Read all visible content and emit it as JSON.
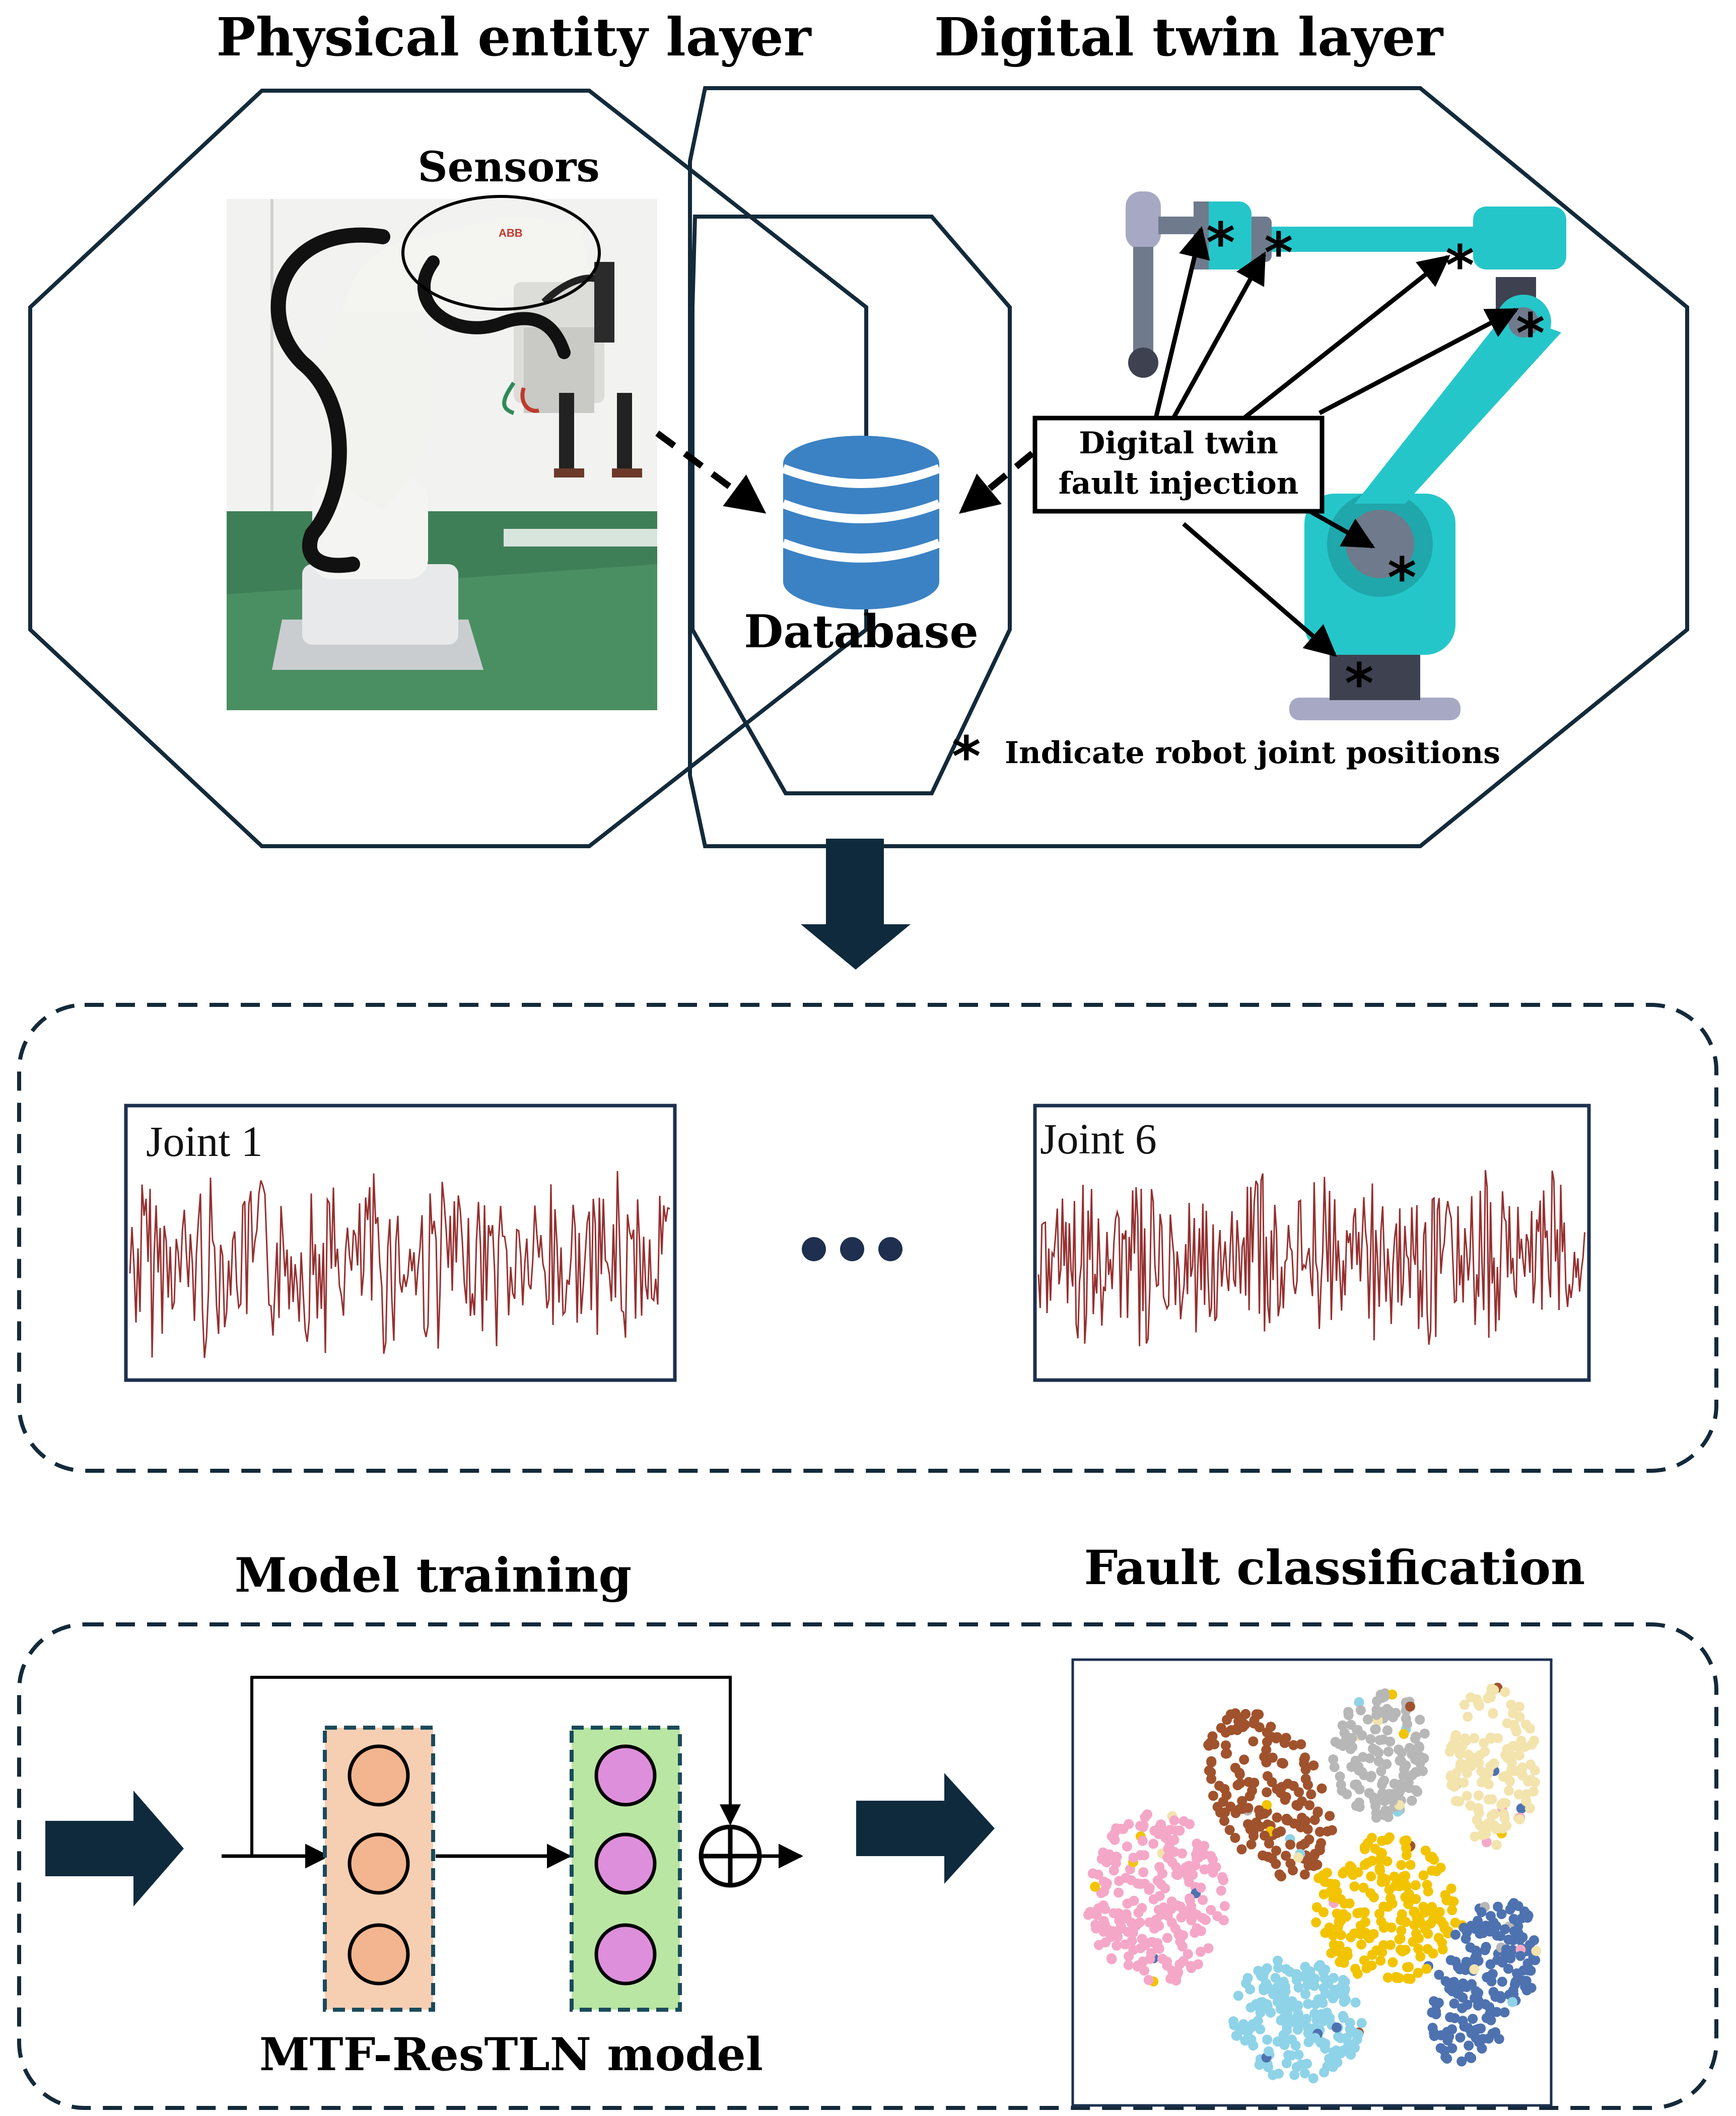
{
  "titles": {
    "physical": "Physical entity layer",
    "digital": "Digital twin layer",
    "model_training": "Model training",
    "fault_classification": "Fault classification"
  },
  "labels": {
    "sensors": "Sensors",
    "database": "Database",
    "fault_injection_line1": "Digital twin",
    "fault_injection_line2": "fault injection",
    "joint_legend_symbol": "*",
    "joint_legend": "Indicate robot joint positions",
    "signal_left": "Joint 1",
    "signal_right": "Joint 6",
    "model_name": "MTF-ResTLN model",
    "robot_brand": "ABB"
  },
  "colors": {
    "outline": "#132a3a",
    "arrow_dark": "#0f2a3c",
    "database": "#3b82c4",
    "twin_cyan": "#25c6c9",
    "twin_gray": "#6f7a8c",
    "signal": "#8b1a1a",
    "layer1_fill": "#f6cfb3",
    "layer1_node": "#f2b58f",
    "layer2_fill": "#b9e6a3",
    "layer2_node": "#de8fdc",
    "ellipsis_dots": "#1e2f4f"
  },
  "cluster_colors": [
    "#a0522d",
    "#b7b7b7",
    "#f3e3ad",
    "#f5a7c8",
    "#f2c400",
    "#8fd3e8",
    "#4e72b0"
  ]
}
